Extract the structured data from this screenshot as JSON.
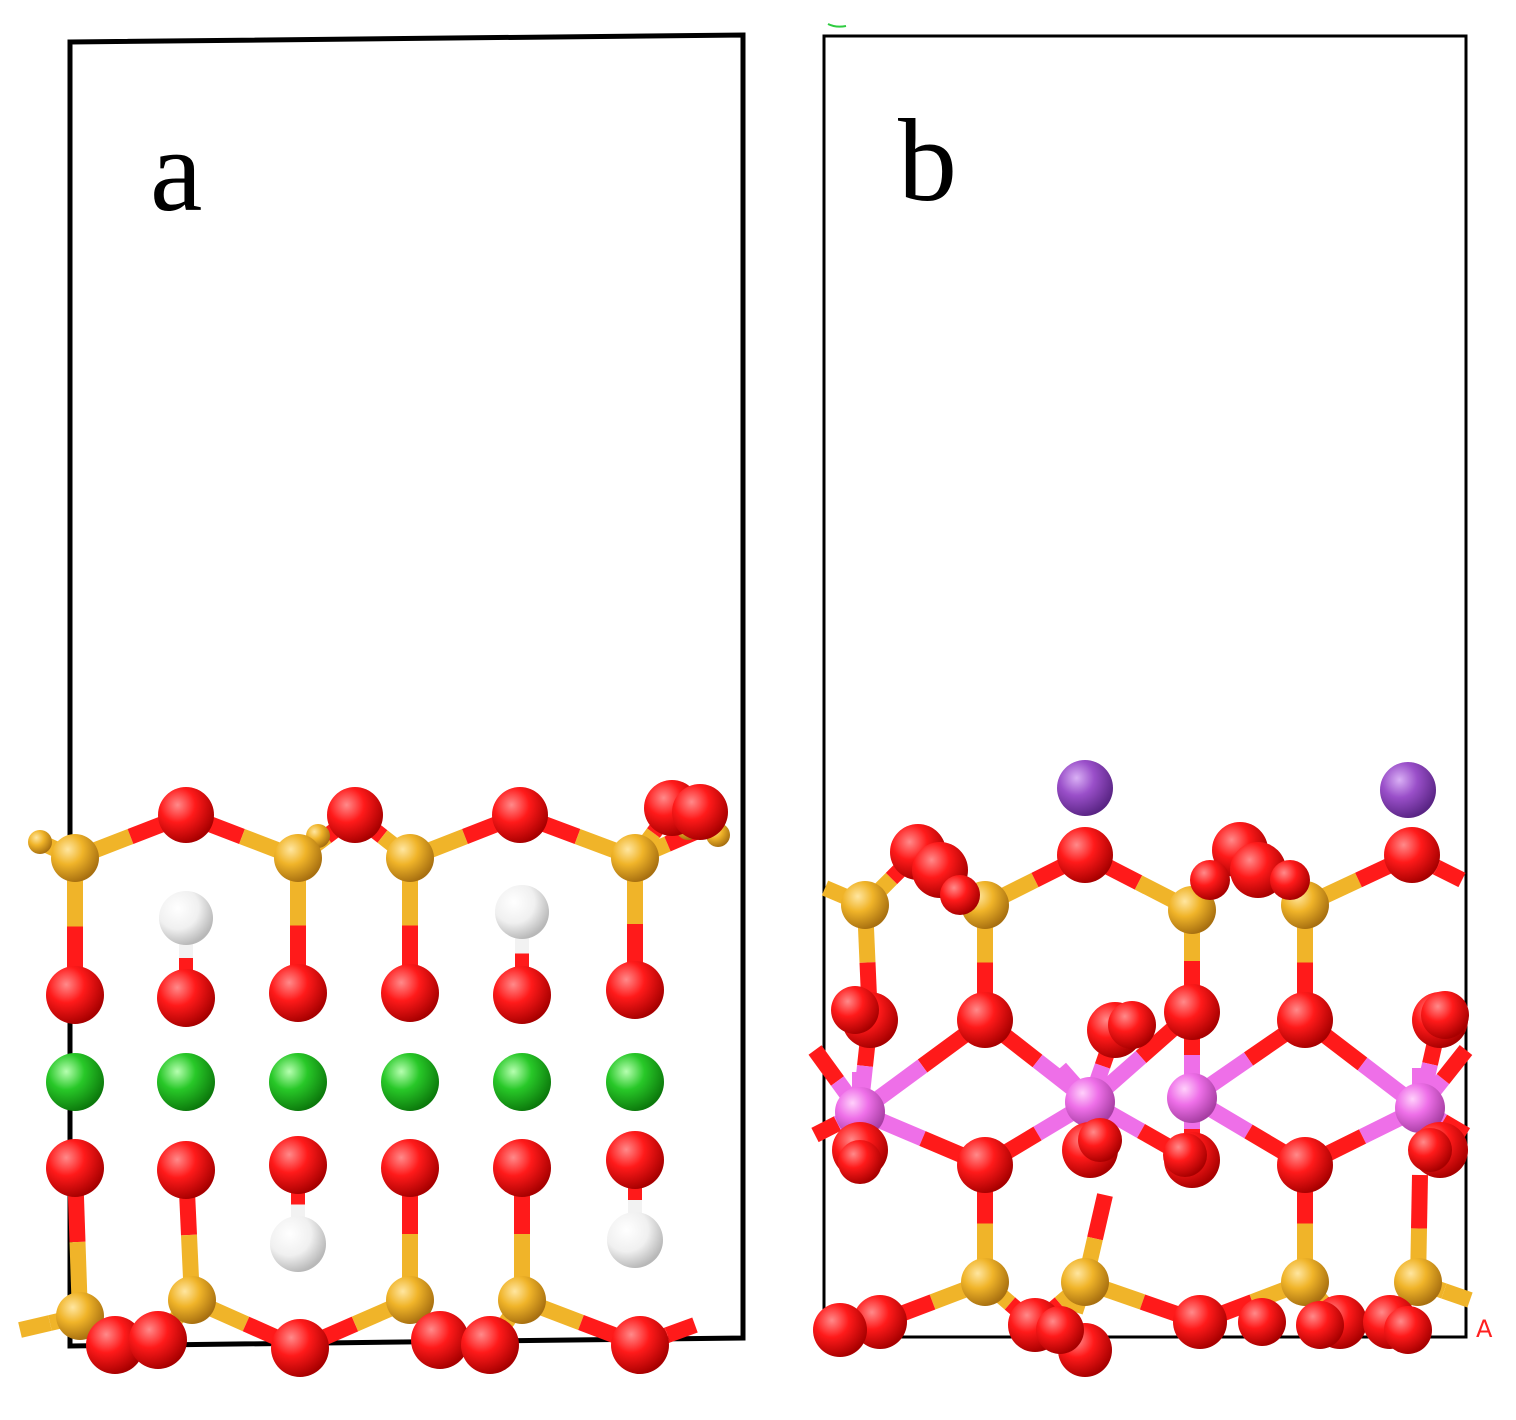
{
  "panels": [
    {
      "id": "a",
      "label": "a"
    },
    {
      "id": "b",
      "label": "b"
    }
  ],
  "axis_marker": {
    "label": "A",
    "color": "#ff2020"
  },
  "colors": {
    "oxygen": "#ff1a1a",
    "silicon": "#f0b429",
    "calcium": "#28c828",
    "hydrogen": "#f2f2f2",
    "pink_metal": "#ee6fe8",
    "potassium": "#9a4fc9",
    "cell_frame": "#000000"
  },
  "atom_types": [
    "O",
    "Si",
    "Ca",
    "H",
    "pink-metal",
    "K"
  ]
}
